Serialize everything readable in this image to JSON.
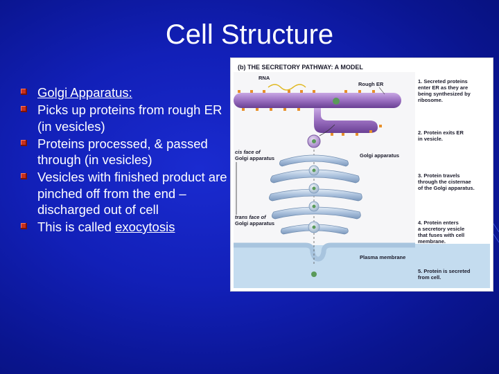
{
  "slide": {
    "title": "Cell Structure",
    "bullets": [
      {
        "text": "Golgi Apparatus:",
        "underline": true
      },
      {
        "text": "Picks up proteins from rough ER (in vesicles)"
      },
      {
        "text": "Proteins processed, & passed through (in vesicles)"
      },
      {
        "text": "Vesicles with finished product are pinched off from the end – discharged out of cell"
      },
      {
        "prefix": "This is called ",
        "link": "exocytosis"
      }
    ]
  },
  "figure": {
    "heading": "(b) THE SECRETORY PATHWAY: A MODEL",
    "labels": {
      "rna": "RNA",
      "rough_er": "Rough ER",
      "cis_face_1": "cis face of",
      "cis_face_2": "Golgi apparatus",
      "golgi": "Golgi apparatus",
      "trans_face_1": "trans face of",
      "trans_face_2": "Golgi apparatus",
      "plasma_membrane": "Plasma membrane"
    },
    "steps": [
      [
        "1. Secreted proteins",
        "enter ER as they are",
        "being synthesized by",
        "ribosome."
      ],
      [
        "2. Protein exits ER",
        "in vesicle."
      ],
      [
        "3. Protein travels",
        "through the cisternae",
        "of the Golgi apparatus."
      ],
      [
        "4. Protein enters",
        "a secretory vesicle",
        "that fuses with cell",
        "membrane."
      ],
      [
        "5. Protein is secreted",
        "from cell."
      ]
    ],
    "colors": {
      "er": "#9a6fc0",
      "golgi": "#9ab4d4",
      "ribosome": "#e8902a",
      "protein": "#5a9a5a",
      "extracellular": "#c4dcef"
    }
  }
}
